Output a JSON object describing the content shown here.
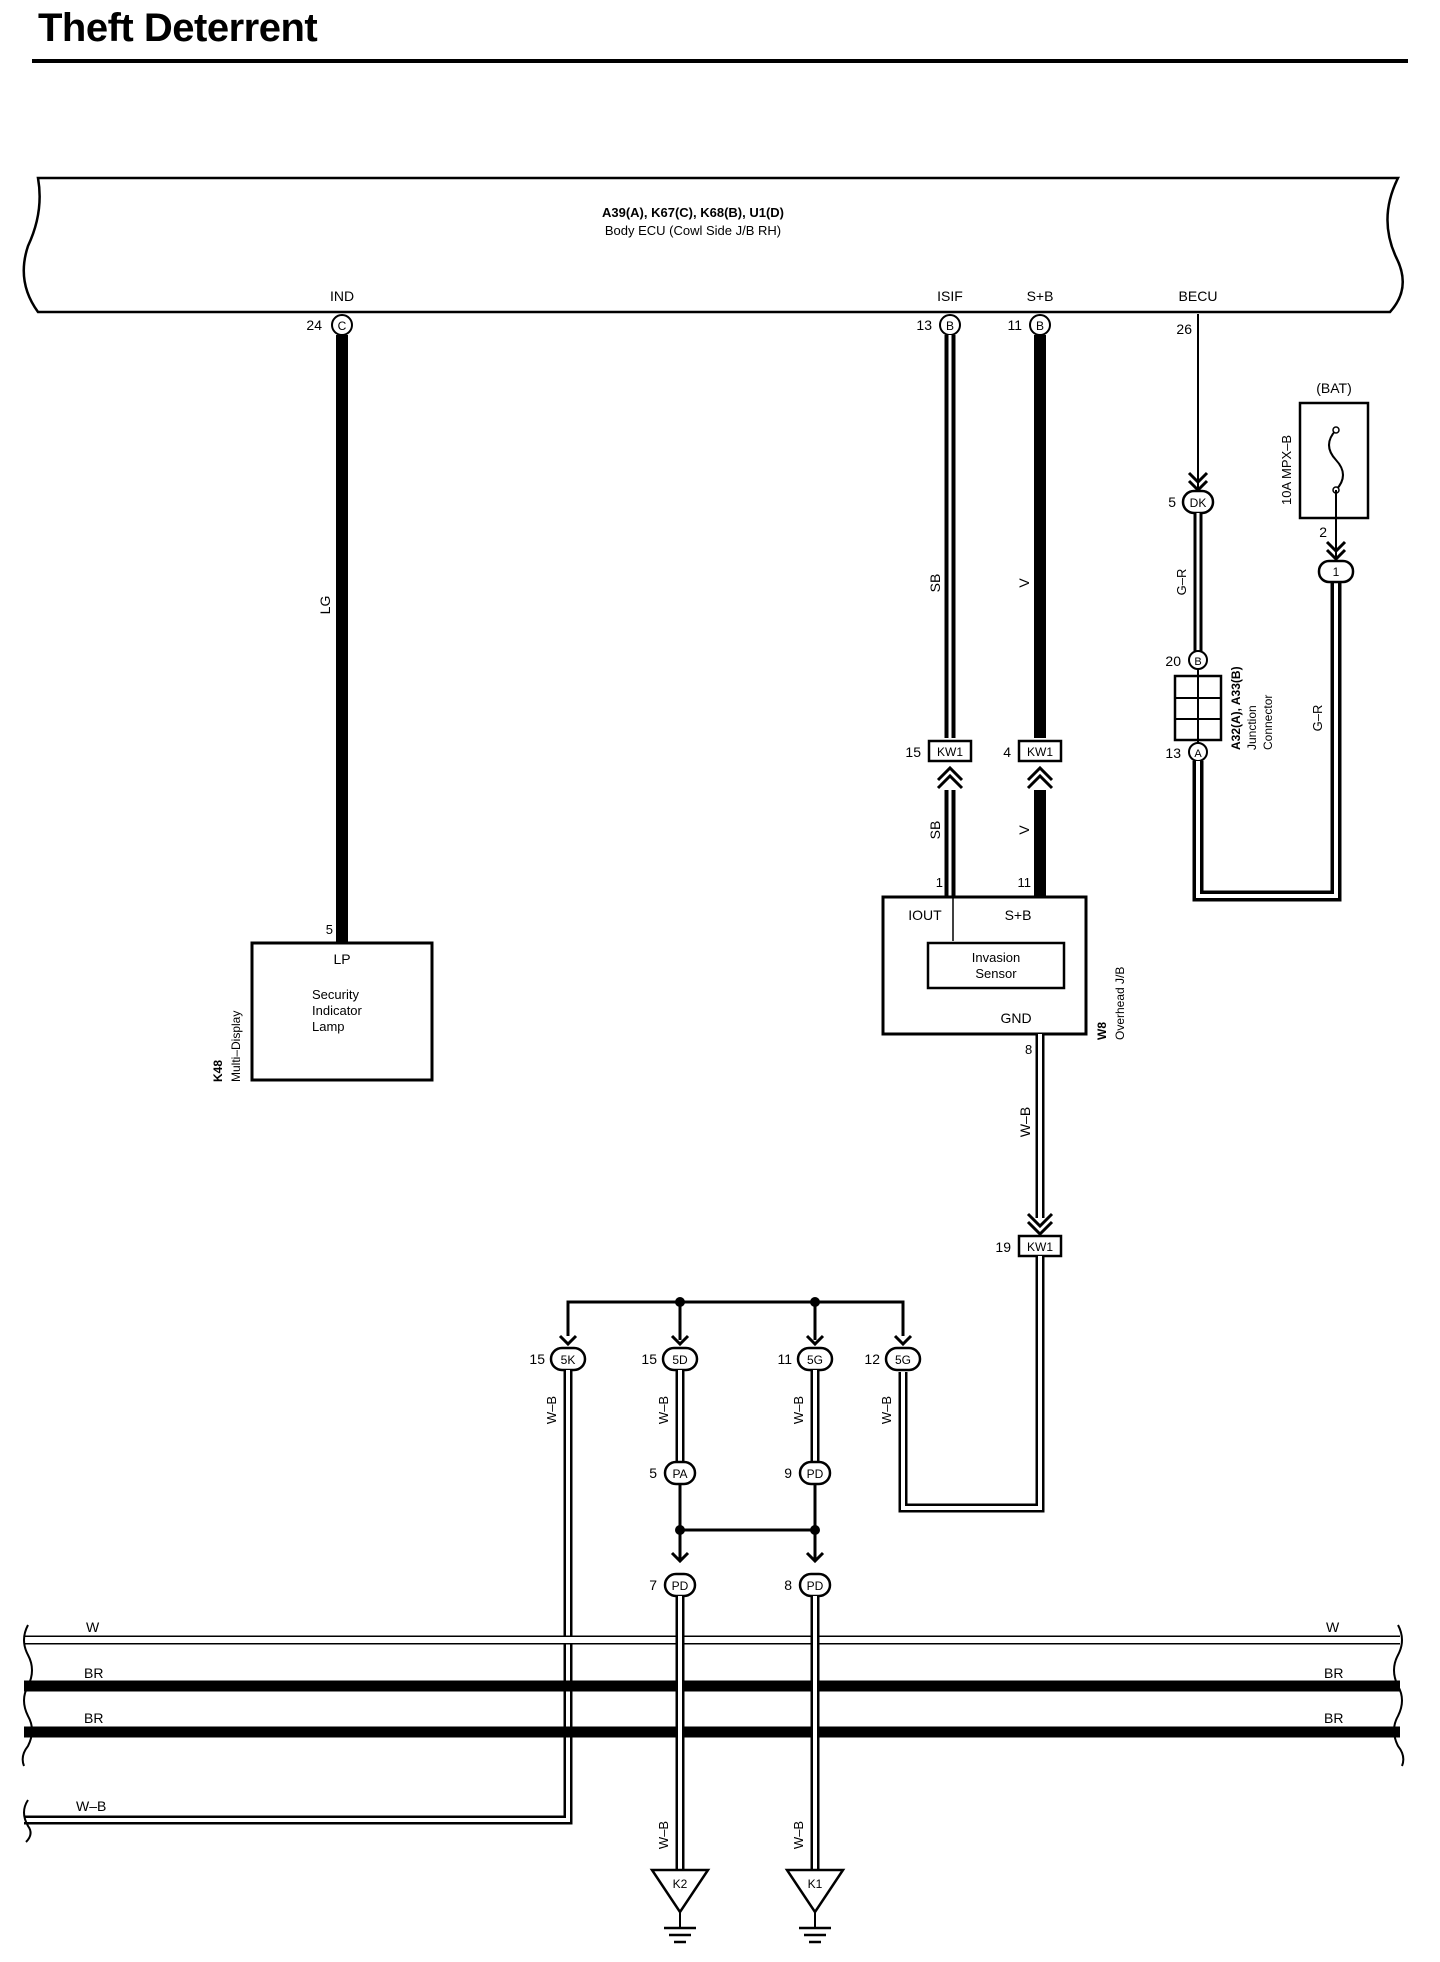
{
  "page": {
    "title": "Theft Deterrent"
  },
  "ecu": {
    "connectors": "A39(A), K67(C), K68(B), U1(D)",
    "name": "Body ECU (Cowl Side J/B RH)",
    "pins": [
      {
        "label": "IND",
        "pin": "24",
        "conn": "C"
      },
      {
        "label": "ISIF",
        "pin": "13",
        "conn": "B"
      },
      {
        "label": "S+B",
        "pin": "11",
        "conn": "B"
      },
      {
        "label": "BECU",
        "pin": "26"
      }
    ]
  },
  "wires": {
    "lg": "LG",
    "sb_upper": "SB",
    "sb_lower": "SB",
    "v_upper": "V",
    "v_lower": "V",
    "gr_left": "G–R",
    "gr_right": "G–R",
    "wb_mid": "W–B",
    "wb_5k": "W–B",
    "wb_5d": "W–B",
    "wb_5g": "W–B",
    "wb_5g2": "W–B",
    "wb_k2": "W–B",
    "wb_k1": "W–B"
  },
  "display": {
    "id": "K48",
    "name": "Multi–Display",
    "pin": "5",
    "term": "LP",
    "lamp_line1": "Security",
    "lamp_line2": "Indicator",
    "lamp_line3": "Lamp"
  },
  "overhead": {
    "id": "W8",
    "name": "Overhead J/B",
    "pin_iout": "1",
    "pin_sb": "11",
    "pin_gnd": "8",
    "iout": "IOUT",
    "sb": "S+B",
    "gnd": "GND",
    "sensor_line1": "Invasion",
    "sensor_line2": "Sensor"
  },
  "connectors": {
    "kw1": "KW1",
    "kw1_pin_sb": "15",
    "kw1_pin_v": "4",
    "kw1_pin_wb": "19",
    "dk": "DK",
    "dk_pin": "5",
    "one": "1",
    "one_pin": "2",
    "jc_top_pin": "20",
    "jc_top": "B",
    "jc_bot_pin": "13",
    "jc_bot": "A",
    "jc_line1": "A32(A), A33(B)",
    "jc_line2": "Junction",
    "jc_line3": "Connector",
    "fuse_label": "10A MPX–B",
    "bat": "(BAT)",
    "k5": "5K",
    "k5_pin": "15",
    "d5": "5D",
    "d5_pin": "15",
    "g5a": "5G",
    "g5a_pin": "11",
    "g5b": "5G",
    "g5b_pin": "12",
    "pa": "PA",
    "pa_pin": "5",
    "pd9": "PD",
    "pd9_pin": "9",
    "pd7": "PD",
    "pd7_pin": "7",
    "pd8": "PD",
    "pd8_pin": "8"
  },
  "grounds": {
    "k2": "K2",
    "k1": "K1"
  },
  "bus": {
    "w_l": "W",
    "w_r": "W",
    "br1_l": "BR",
    "br1_r": "BR",
    "br2_l": "BR",
    "br2_r": "BR",
    "wb_l": "W–B"
  }
}
